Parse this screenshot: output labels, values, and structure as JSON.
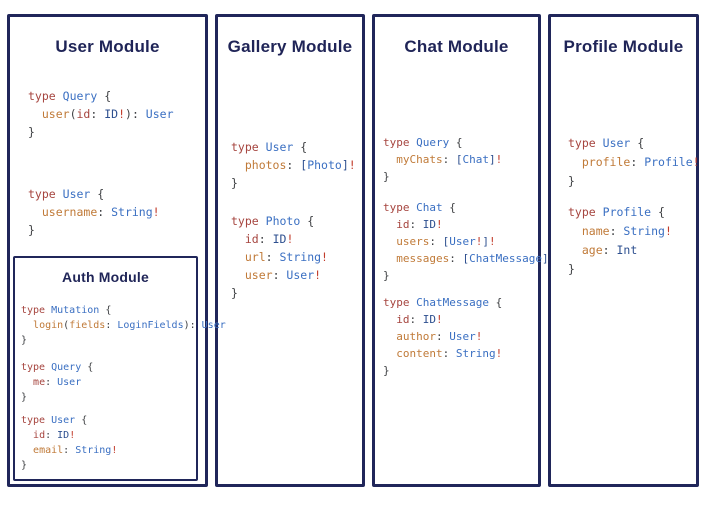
{
  "palette": {
    "border": "#20265a",
    "title": "#1f2457",
    "keyword": "#a6453f",
    "type": "#3a6fc2",
    "field": "#c07a38",
    "punct": "#3f4144",
    "scalar": "#2d4f8f",
    "bang": "#c23b2a"
  },
  "modules": [
    {
      "id": "user",
      "title": "User Module",
      "blocks": [
        [
          [
            [
              "k",
              "type"
            ],
            [
              "p",
              " "
            ],
            [
              "t",
              "Query"
            ],
            [
              "p",
              " {"
            ]
          ],
          [
            [
              "p",
              "  "
            ],
            [
              "f",
              "user"
            ],
            [
              "p",
              "("
            ],
            [
              "k",
              "id"
            ],
            [
              "p",
              ": "
            ],
            [
              "s",
              "ID"
            ],
            [
              "b",
              "!"
            ],
            [
              "p",
              "): "
            ],
            [
              "t",
              "User"
            ]
          ],
          [
            [
              "p",
              "}"
            ]
          ]
        ],
        [
          [
            [
              "k",
              "type"
            ],
            [
              "p",
              " "
            ],
            [
              "t",
              "User"
            ],
            [
              "p",
              " {"
            ]
          ],
          [
            [
              "p",
              "  "
            ],
            [
              "f",
              "username"
            ],
            [
              "p",
              ": "
            ],
            [
              "t",
              "String"
            ],
            [
              "b",
              "!"
            ]
          ],
          [
            [
              "p",
              "}"
            ]
          ]
        ]
      ]
    },
    {
      "id": "auth",
      "title": "Auth Module",
      "blocks": [
        [
          [
            [
              "k",
              "type"
            ],
            [
              "p",
              " "
            ],
            [
              "t",
              "Mutation"
            ],
            [
              "p",
              " {"
            ]
          ],
          [
            [
              "p",
              "  "
            ],
            [
              "f",
              "login"
            ],
            [
              "p",
              "("
            ],
            [
              "f",
              "fields"
            ],
            [
              "p",
              ": "
            ],
            [
              "t",
              "LoginFields"
            ],
            [
              "p",
              "): "
            ],
            [
              "t",
              "User"
            ]
          ],
          [
            [
              "p",
              "}"
            ]
          ]
        ],
        [
          [
            [
              "k",
              "type"
            ],
            [
              "p",
              " "
            ],
            [
              "t",
              "Query"
            ],
            [
              "p",
              " {"
            ]
          ],
          [
            [
              "p",
              "  "
            ],
            [
              "k",
              "me"
            ],
            [
              "p",
              ": "
            ],
            [
              "t",
              "User"
            ]
          ],
          [
            [
              "p",
              "}"
            ]
          ]
        ],
        [
          [
            [
              "k",
              "type"
            ],
            [
              "p",
              " "
            ],
            [
              "t",
              "User"
            ],
            [
              "p",
              " {"
            ]
          ],
          [
            [
              "p",
              "  "
            ],
            [
              "k",
              "id"
            ],
            [
              "p",
              ": "
            ],
            [
              "s",
              "ID"
            ],
            [
              "b",
              "!"
            ]
          ],
          [
            [
              "p",
              "  "
            ],
            [
              "f",
              "email"
            ],
            [
              "p",
              ": "
            ],
            [
              "t",
              "String"
            ],
            [
              "b",
              "!"
            ]
          ],
          [
            [
              "p",
              "}"
            ]
          ]
        ]
      ]
    },
    {
      "id": "gallery",
      "title": "Gallery Module",
      "blocks": [
        [
          [
            [
              "k",
              "type"
            ],
            [
              "p",
              " "
            ],
            [
              "t",
              "User"
            ],
            [
              "p",
              " {"
            ]
          ],
          [
            [
              "p",
              "  "
            ],
            [
              "f",
              "photos"
            ],
            [
              "p",
              ": "
            ],
            [
              "s",
              "["
            ],
            [
              "t",
              "Photo"
            ],
            [
              "s",
              "]"
            ],
            [
              "b",
              "!"
            ]
          ],
          [
            [
              "p",
              "}"
            ]
          ]
        ],
        [
          [
            [
              "k",
              "type"
            ],
            [
              "p",
              " "
            ],
            [
              "t",
              "Photo"
            ],
            [
              "p",
              " {"
            ]
          ],
          [
            [
              "p",
              "  "
            ],
            [
              "k",
              "id"
            ],
            [
              "p",
              ": "
            ],
            [
              "s",
              "ID"
            ],
            [
              "b",
              "!"
            ]
          ],
          [
            [
              "p",
              "  "
            ],
            [
              "f",
              "url"
            ],
            [
              "p",
              ": "
            ],
            [
              "t",
              "String"
            ],
            [
              "b",
              "!"
            ]
          ],
          [
            [
              "p",
              "  "
            ],
            [
              "f",
              "user"
            ],
            [
              "p",
              ": "
            ],
            [
              "t",
              "User"
            ],
            [
              "b",
              "!"
            ]
          ],
          [
            [
              "p",
              "}"
            ]
          ]
        ]
      ]
    },
    {
      "id": "chat",
      "title": "Chat Module",
      "blocks": [
        [
          [
            [
              "k",
              "type"
            ],
            [
              "p",
              " "
            ],
            [
              "t",
              "Query"
            ],
            [
              "p",
              " {"
            ]
          ],
          [
            [
              "p",
              "  "
            ],
            [
              "f",
              "myChats"
            ],
            [
              "p",
              ": "
            ],
            [
              "s",
              "["
            ],
            [
              "t",
              "Chat"
            ],
            [
              "s",
              "]"
            ],
            [
              "b",
              "!"
            ]
          ],
          [
            [
              "p",
              "}"
            ]
          ]
        ],
        [
          [
            [
              "k",
              "type"
            ],
            [
              "p",
              " "
            ],
            [
              "t",
              "Chat"
            ],
            [
              "p",
              " {"
            ]
          ],
          [
            [
              "p",
              "  "
            ],
            [
              "k",
              "id"
            ],
            [
              "p",
              ": "
            ],
            [
              "s",
              "ID"
            ],
            [
              "b",
              "!"
            ]
          ],
          [
            [
              "p",
              "  "
            ],
            [
              "f",
              "users"
            ],
            [
              "p",
              ": "
            ],
            [
              "s",
              "["
            ],
            [
              "t",
              "User"
            ],
            [
              "b",
              "!"
            ],
            [
              "s",
              "]"
            ],
            [
              "b",
              "!"
            ]
          ],
          [
            [
              "p",
              "  "
            ],
            [
              "f",
              "messages"
            ],
            [
              "p",
              ": "
            ],
            [
              "s",
              "["
            ],
            [
              "t",
              "ChatMessage"
            ],
            [
              "s",
              "]"
            ],
            [
              "b",
              "!"
            ]
          ],
          [
            [
              "p",
              "}"
            ]
          ]
        ],
        [
          [
            [
              "k",
              "type"
            ],
            [
              "p",
              " "
            ],
            [
              "t",
              "ChatMessage"
            ],
            [
              "p",
              " {"
            ]
          ],
          [
            [
              "p",
              "  "
            ],
            [
              "k",
              "id"
            ],
            [
              "p",
              ": "
            ],
            [
              "s",
              "ID"
            ],
            [
              "b",
              "!"
            ]
          ],
          [
            [
              "p",
              "  "
            ],
            [
              "f",
              "author"
            ],
            [
              "p",
              ": "
            ],
            [
              "t",
              "User"
            ],
            [
              "b",
              "!"
            ]
          ],
          [
            [
              "p",
              "  "
            ],
            [
              "f",
              "content"
            ],
            [
              "p",
              ": "
            ],
            [
              "t",
              "String"
            ],
            [
              "b",
              "!"
            ]
          ],
          [
            [
              "p",
              "}"
            ]
          ]
        ]
      ]
    },
    {
      "id": "profile",
      "title": "Profile Module",
      "blocks": [
        [
          [
            [
              "k",
              "type"
            ],
            [
              "p",
              " "
            ],
            [
              "t",
              "User"
            ],
            [
              "p",
              " {"
            ]
          ],
          [
            [
              "p",
              "  "
            ],
            [
              "f",
              "profile"
            ],
            [
              "p",
              ": "
            ],
            [
              "t",
              "Profile"
            ],
            [
              "b",
              "!"
            ]
          ],
          [
            [
              "p",
              "}"
            ]
          ]
        ],
        [
          [
            [
              "k",
              "type"
            ],
            [
              "p",
              " "
            ],
            [
              "t",
              "Profile"
            ],
            [
              "p",
              " {"
            ]
          ],
          [
            [
              "p",
              "  "
            ],
            [
              "f",
              "name"
            ],
            [
              "p",
              ": "
            ],
            [
              "t",
              "String"
            ],
            [
              "b",
              "!"
            ]
          ],
          [
            [
              "p",
              "  "
            ],
            [
              "f",
              "age"
            ],
            [
              "p",
              ": "
            ],
            [
              "s",
              "Int"
            ]
          ],
          [
            [
              "p",
              "}"
            ]
          ]
        ]
      ]
    }
  ]
}
